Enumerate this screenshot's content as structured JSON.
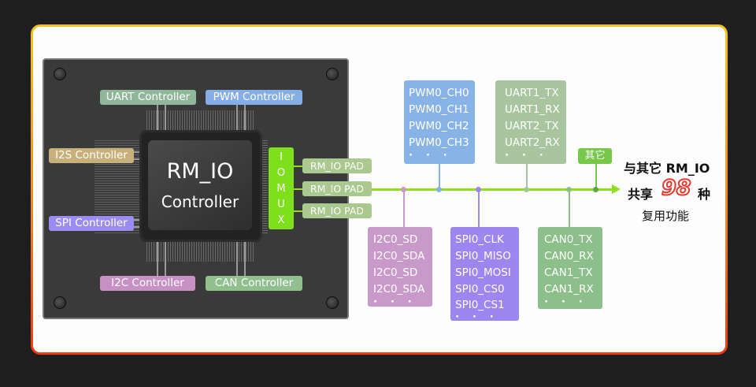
{
  "chip": {
    "title": "RM_IO",
    "subtitle": "Controller",
    "iomux": [
      "I",
      "O",
      "M",
      "U",
      "X"
    ],
    "pads": [
      "RM_IO PAD",
      "RM_IO PAD",
      "RM_IO PAD"
    ],
    "controllers": {
      "uart": "UART Controller",
      "pwm": "PWM Controller",
      "i2s": "I2S Controller",
      "spi": "SPI Controller",
      "i2c": "I2C Controller",
      "can": "CAN Controller"
    }
  },
  "groups": {
    "pwm": [
      "PWM0_CH0",
      "PWM0_CH1",
      "PWM0_CH2",
      "PWM0_CH3"
    ],
    "uart": [
      "UART1_TX",
      "UART1_RX",
      "UART2_TX",
      "UART2_RX"
    ],
    "i2c": [
      "I2C0_SD",
      "I2C0_SDA",
      "I2C0_SD",
      "I2C0_SDA"
    ],
    "spi": [
      "SPI0_CLK",
      "SPI0_MISO",
      "SPI0_MOSI",
      "SPI0_CS0",
      "SPI0_CS1"
    ],
    "can": [
      "CAN0_TX",
      "CAN0_RX",
      "CAN1_TX",
      "CAN1_RX"
    ],
    "ellipsis": "· · ·",
    "other": "其它"
  },
  "summary": {
    "line1": "与其它 RM_IO",
    "line2_prefix": "共享",
    "count": "98",
    "line2_suffix": "种",
    "line3": "复用功能"
  },
  "colors": {
    "uart": "#8fb89a",
    "pwm": "#86aee6",
    "i2s": "#c8b07a",
    "spi": "#9a8cf0",
    "i2c": "#c792c3",
    "can": "#8fc08e",
    "pwm_box": "#88b3e6",
    "uart_box": "#a8c5a0",
    "i2c_box": "#c99ac9",
    "spi_box": "#9b87ef",
    "can_box": "#8dbf8a",
    "bus": "#8ee01e",
    "iomux": "#7ee01a",
    "accent_red": "#e43a2f"
  }
}
